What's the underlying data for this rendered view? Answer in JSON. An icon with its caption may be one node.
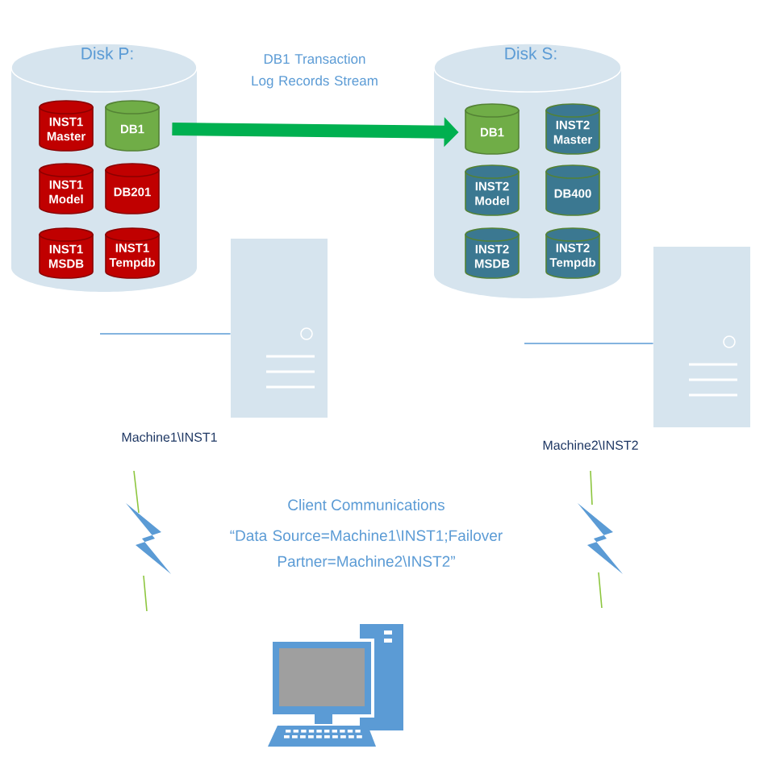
{
  "diagram": {
    "nodes": [
      {
        "text": [
          "Disk P:"
        ]
      },
      {
        "text": [
          "INST1 Master"
        ],
        "in": 0
      },
      {
        "text": [
          "DB1"
        ],
        "in": 0
      },
      {
        "text": [
          "INST1 Model"
        ],
        "in": 0
      },
      {
        "text": [
          "DB201"
        ],
        "in": 0
      },
      {
        "text": [
          "INST1 MSDB"
        ],
        "in": 0
      },
      {
        "text": [
          "INST1 Tempdb"
        ],
        "in": 0
      },
      {
        "text": [
          "Disk S:"
        ]
      },
      {
        "text": [
          "DB1"
        ],
        "in": 7
      },
      {
        "text": [
          "INST2 Master"
        ],
        "in": 7
      },
      {
        "text": [
          "INST2 Model"
        ],
        "in": 7
      },
      {
        "text": [
          "DB400"
        ],
        "in": 7
      },
      {
        "text": [
          "INST2 MSDB"
        ],
        "in": 7
      },
      {
        "text": [
          "INST2 Tempdb"
        ],
        "in": 7
      },
      {
        "text": [],
        "shape": "box",
        "beside": [
          "Machine1\\INST1"
        ]
      },
      {
        "text": [],
        "shape": "box",
        "beside": [
          "Machine2\\INST2"
        ]
      }
    ],
    "edges": [
      {
        "from": 2,
        "to": 8,
        "arrow": "to",
        "label": "DB1 Transaction Log Records Stream",
        "style": "thick",
        "color": "#00b050"
      },
      {
        "from": null,
        "to": 14,
        "arrow": "none"
      },
      {
        "from": null,
        "to": 15,
        "arrow": "none"
      }
    ],
    "labels": [
      "Client Communications",
      "“Data Source=Machine1\\INST1;Failover Partner=Machine2\\INST2”"
    ]
  }
}
